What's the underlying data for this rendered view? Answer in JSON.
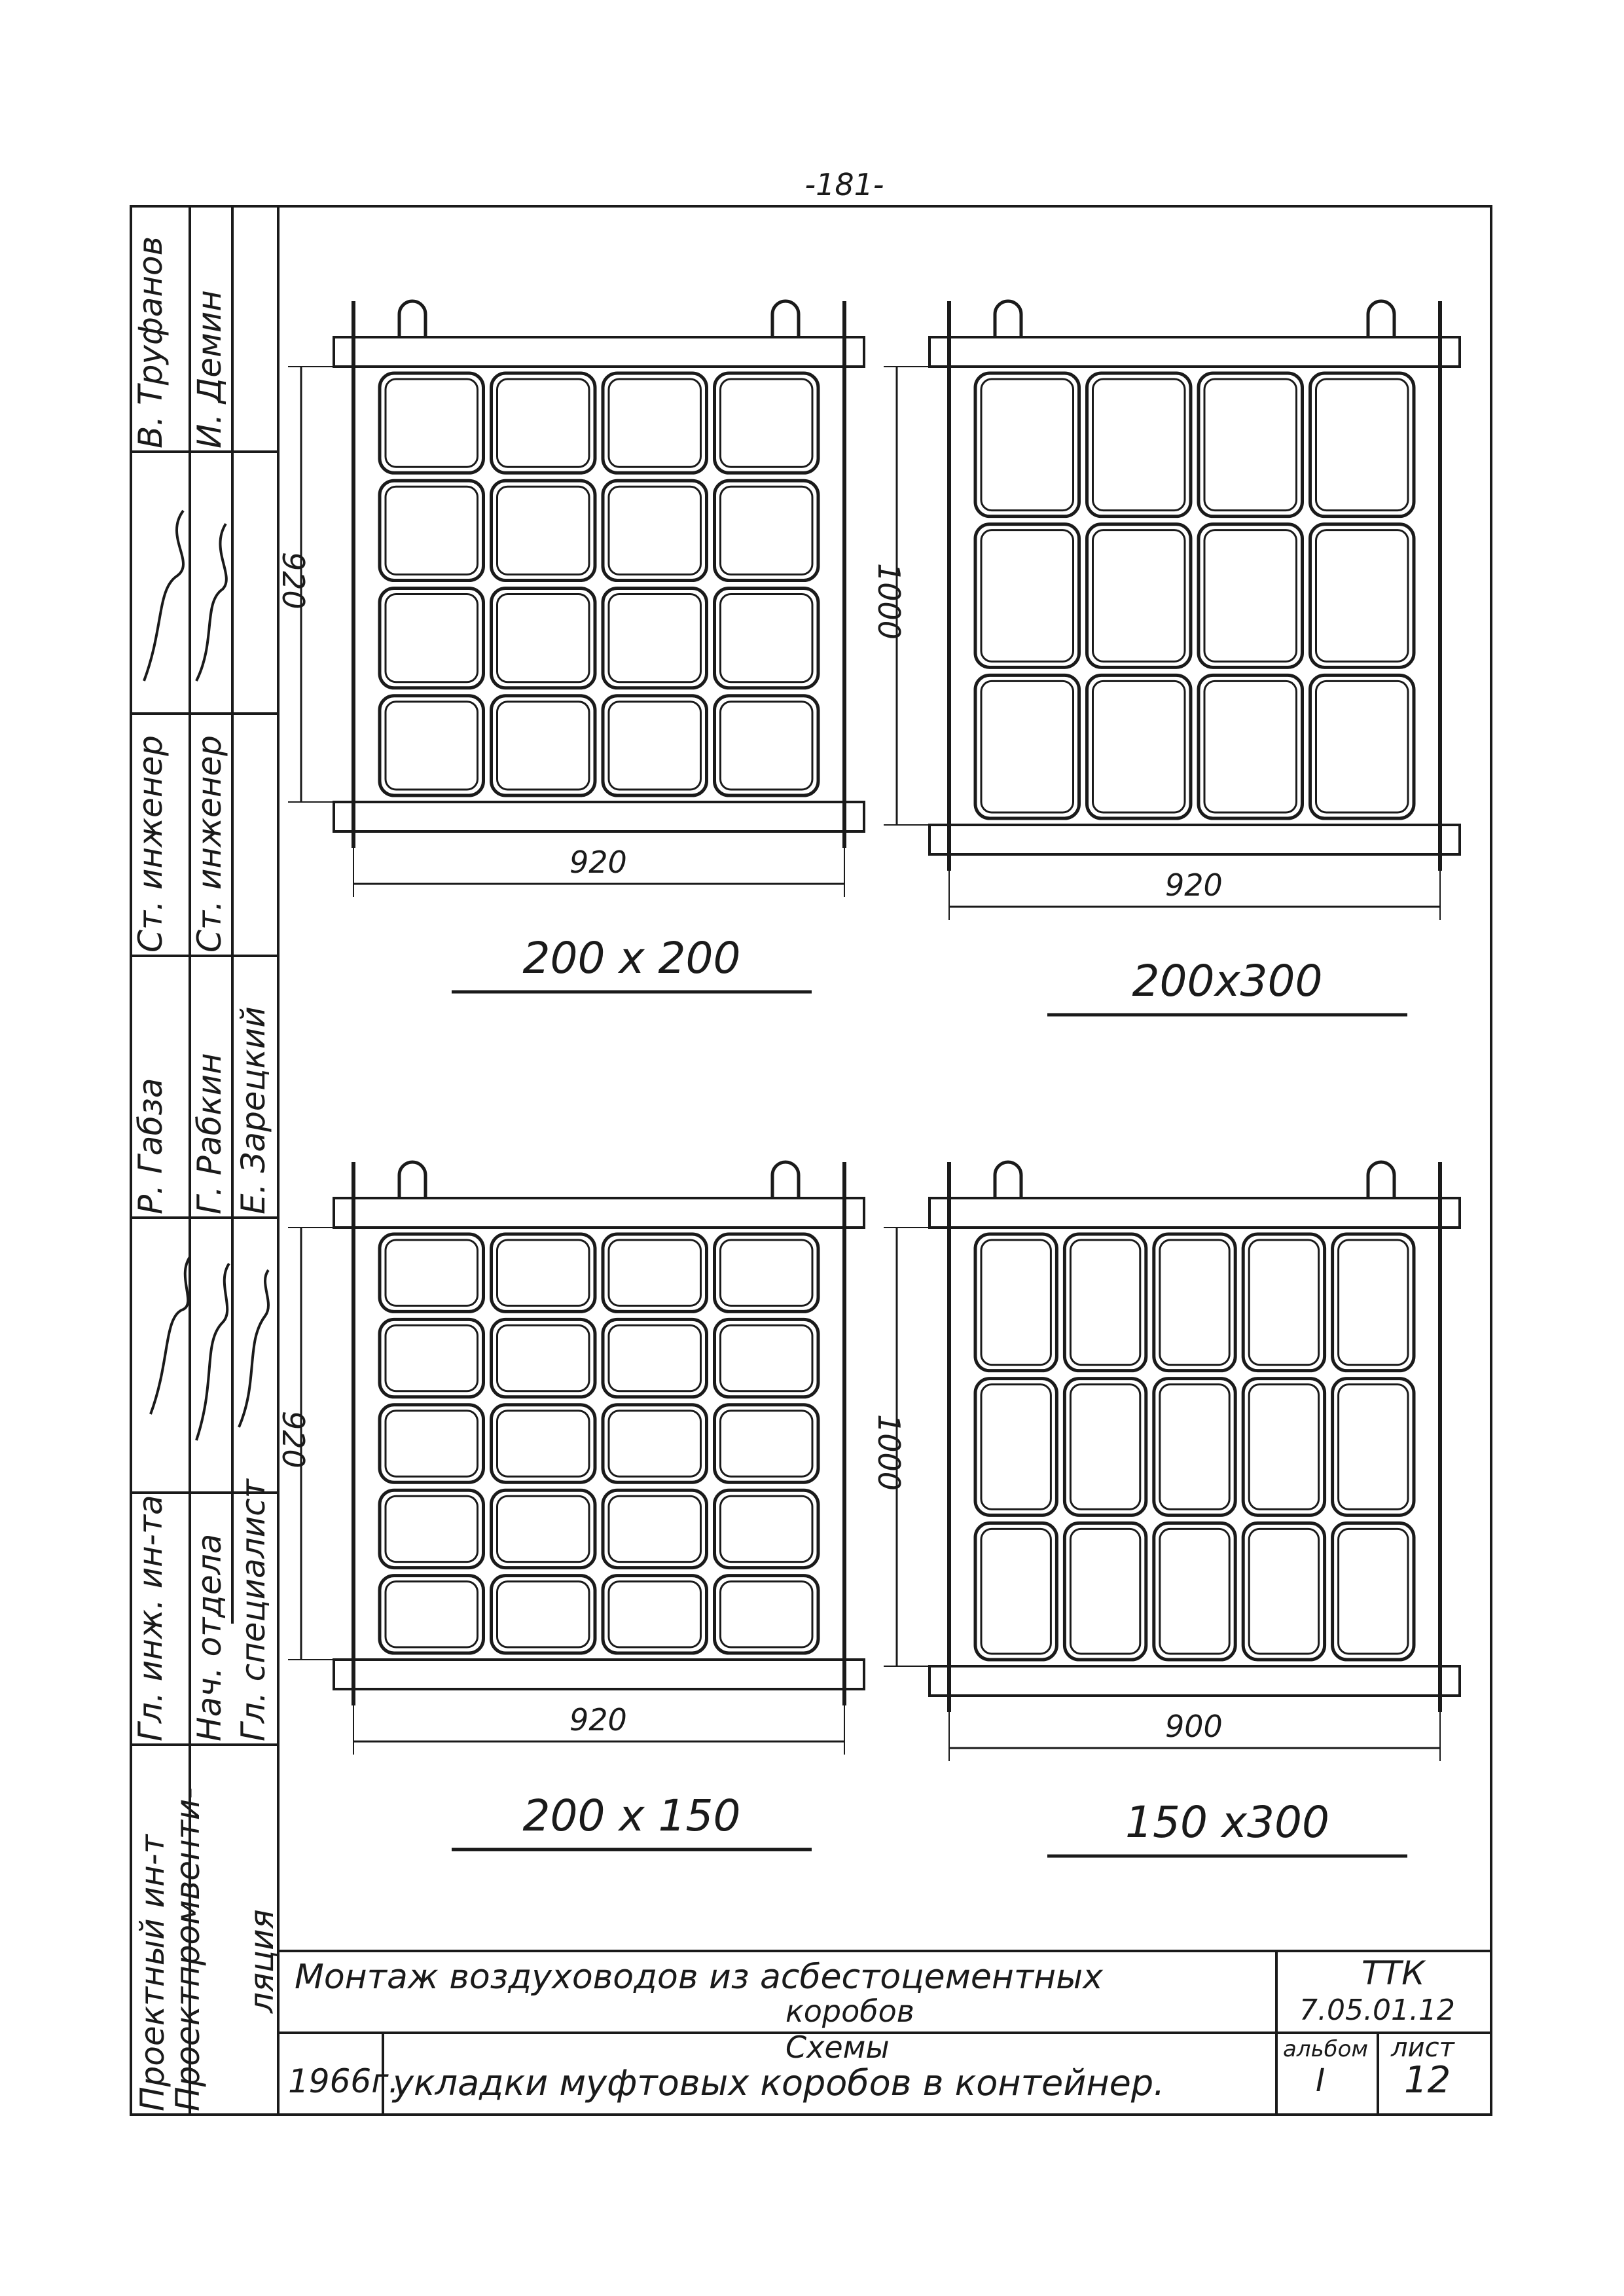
{
  "page_number": "-181-",
  "side_stamp": {
    "col1": {
      "organization_line1": "Проектный ин-т",
      "organization_line2": "Проектпромвенти-",
      "organization_line3": "ляция"
    },
    "roles_col": [
      "Гл. инж. ин-та",
      "Ст. инженер",
      "Р. Габза"
    ],
    "roles_col2": [
      "Нач. отдела",
      "Ст. инженер",
      "Г. Рабкин"
    ],
    "roles_col3": [
      "Гл. специалист",
      "Е. Зарецкий"
    ],
    "names": [
      "В. Труфанов",
      "И. Демин"
    ]
  },
  "schemes": [
    {
      "caption": "200 x 200",
      "height_dim": "920",
      "width_dim": "920",
      "rows": 4,
      "cols": 4
    },
    {
      "caption": "200x300",
      "height_dim": "1000",
      "width_dim": "920",
      "rows": 3,
      "cols": 4
    },
    {
      "caption": "200 x 150",
      "height_dim": "920",
      "width_dim": "920",
      "rows": 5,
      "cols": 4
    },
    {
      "caption": "150 x300",
      "height_dim": "1000",
      "width_dim": "900",
      "rows": 3,
      "cols": 5
    }
  ],
  "title_block": {
    "title_line1": "Монтаж воздуховодов из асбестоцементных",
    "title_line2": "коробов",
    "subtitle_line1": "Схемы",
    "subtitle_line2": "укладки муфтовых коробов в контейнер.",
    "year": "1966г.",
    "code_label": "ТТК",
    "code": "7.05.01.12",
    "album_label": "альбом",
    "album_value": "I",
    "sheet_label": "лист",
    "sheet_value": "12"
  },
  "colors": {
    "ink": "#1a1a1a",
    "paper": "#ffffff"
  }
}
